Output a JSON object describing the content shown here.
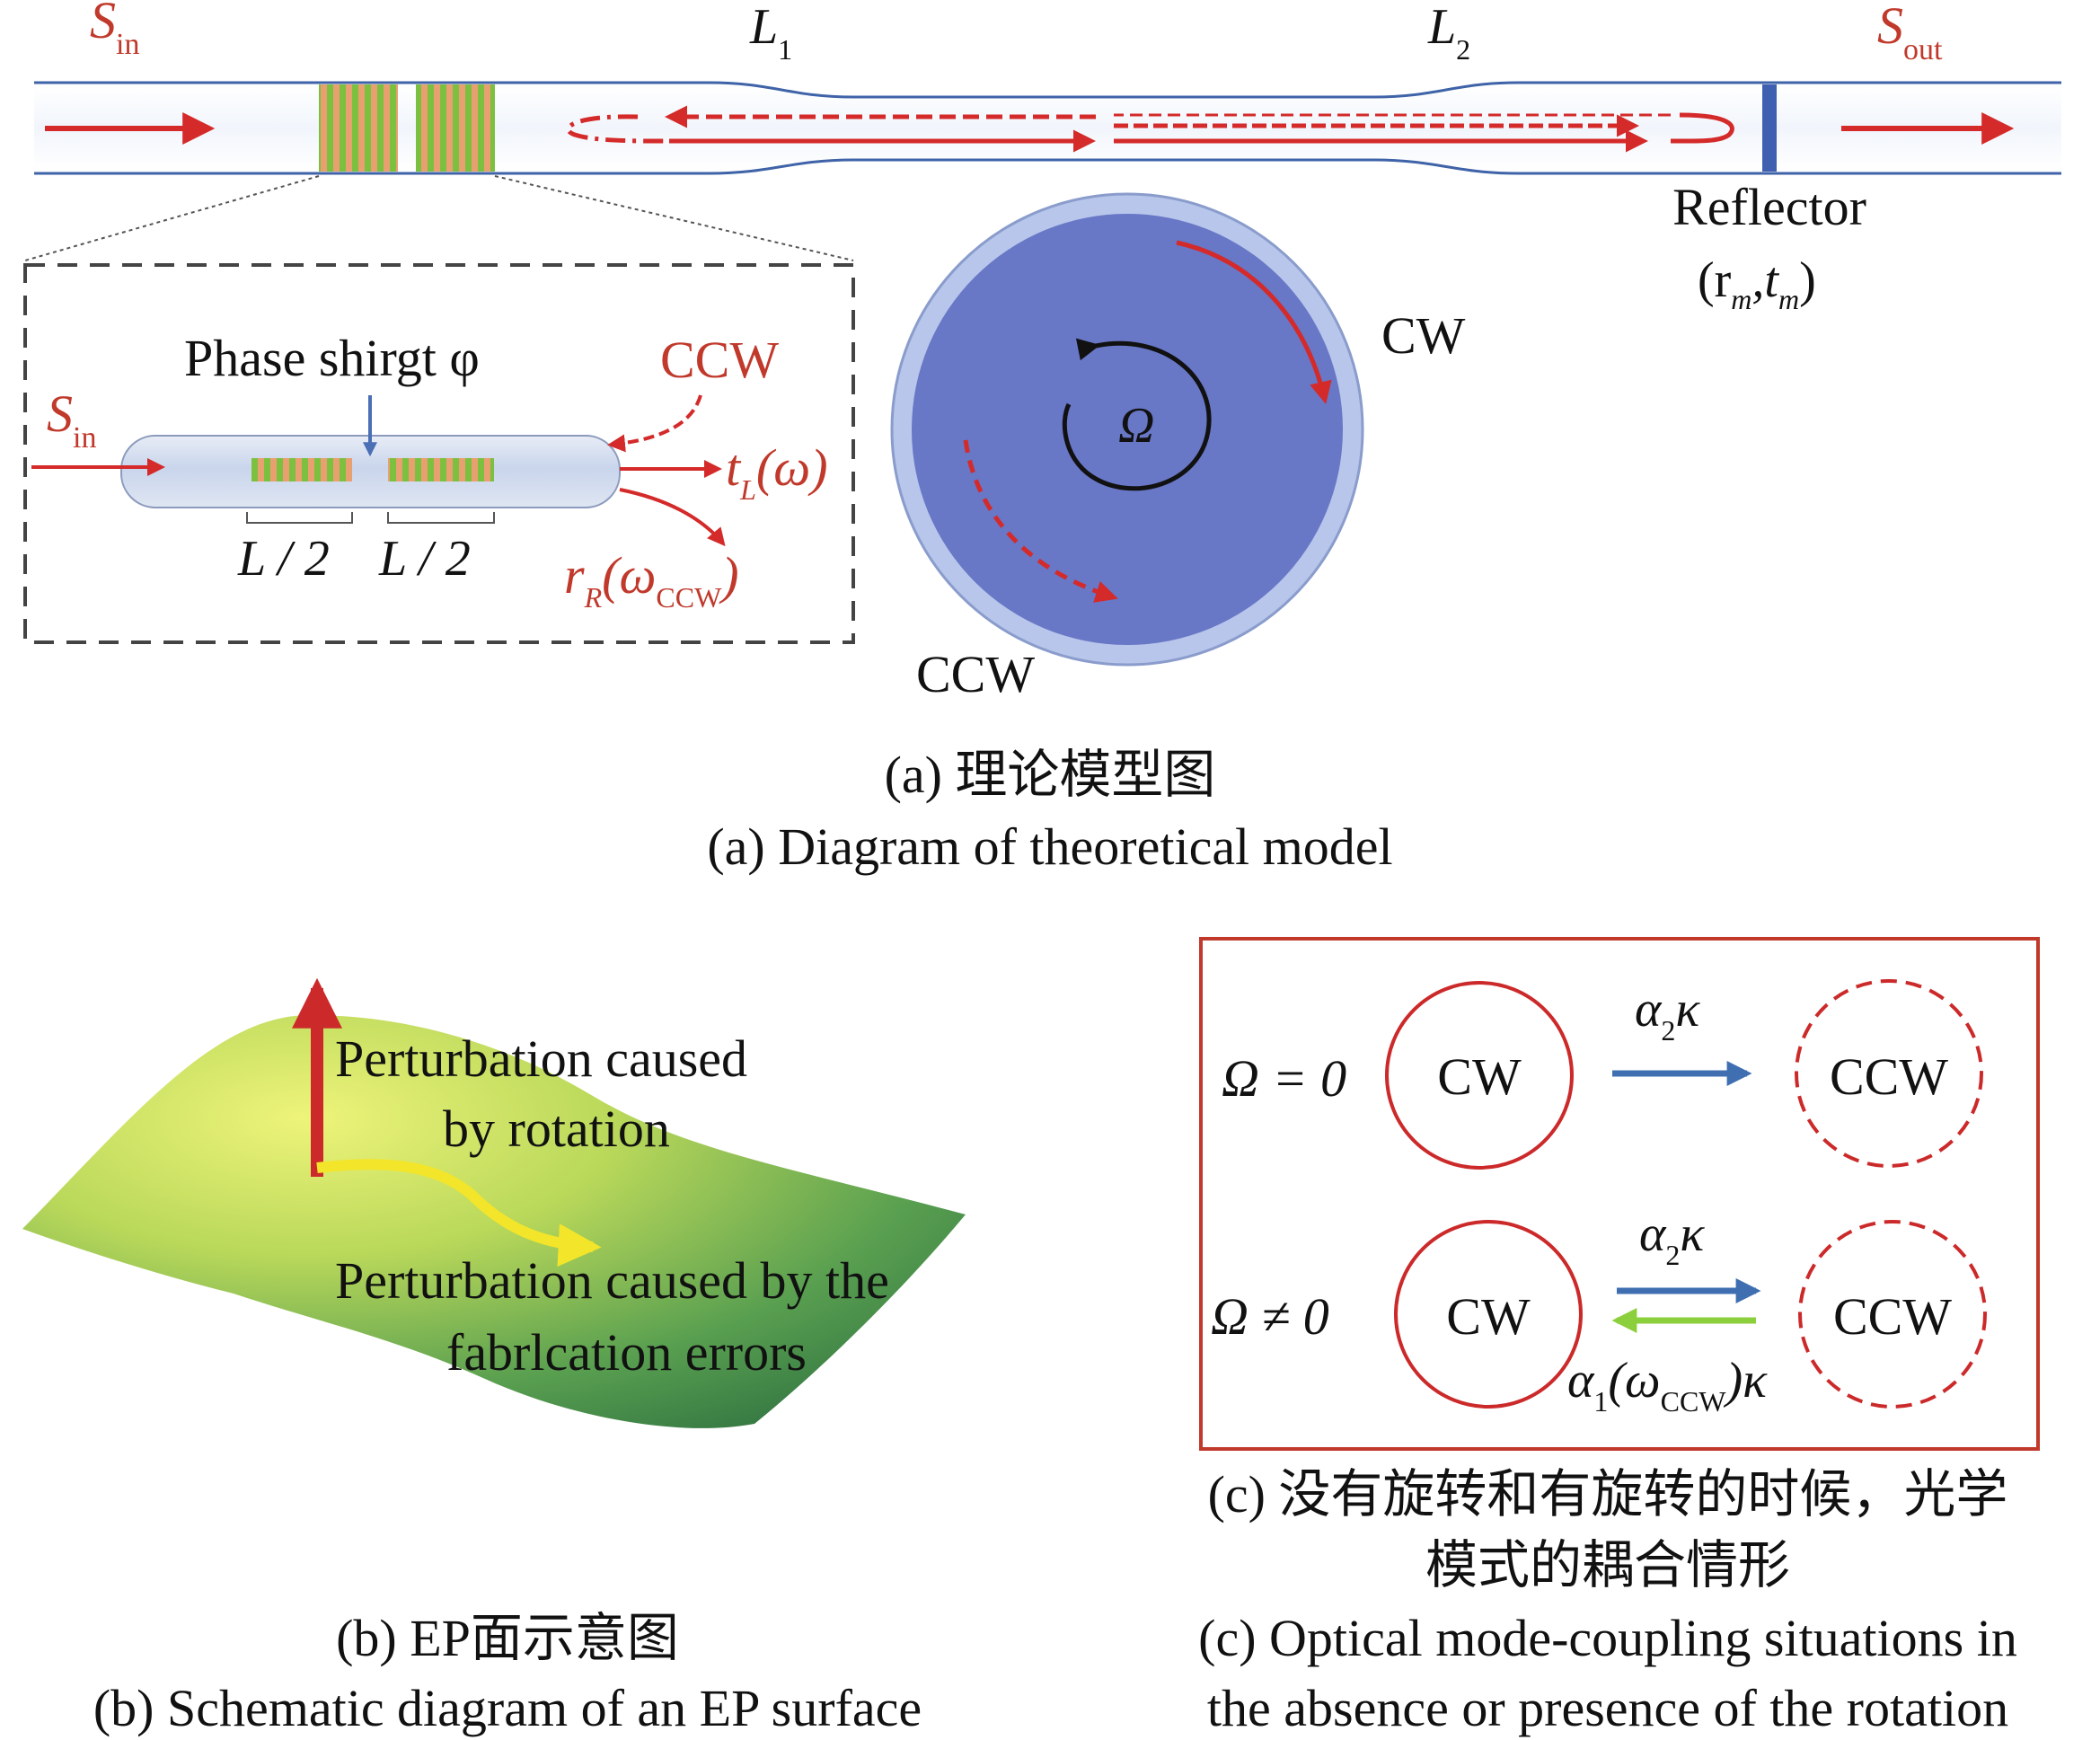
{
  "colors": {
    "red": "#d42a2a",
    "dark_red": "#c0392b",
    "blue": "#4a6fb5",
    "light_blue": "#a8bde3",
    "disk": "#6877c6",
    "disk_ring": "#b3c3e8",
    "grating_green": "#7cc040",
    "grating_orange": "#e9a070",
    "arrow_blue": "#3f6fb0",
    "arrow_green": "#8ccf3c",
    "surface_light": "#e4ef74",
    "surface_dark": "#2f7a45",
    "yellow": "#f3e52a"
  },
  "panel_a": {
    "s_in": "S",
    "s_in_sub": "in",
    "s_out": "S",
    "s_out_sub": "out",
    "l1": "L",
    "l1_sub": "1",
    "l2": "L",
    "l2_sub": "2",
    "reflector": "Reflector",
    "reflector_params": "(r",
    "reflector_r_sub": "m",
    "reflector_mid": ",t",
    "reflector_t_sub": "m",
    "reflector_close": ")",
    "cw": "CW",
    "ccw": "CCW",
    "omega": "Ω",
    "inset": {
      "phase_label": "Phase shirgt φ",
      "ccw": "CCW",
      "s_in": "S",
      "s_in_sub": "in",
      "t_out": "t",
      "t_out_sub": "L",
      "t_out_arg": "(ω)",
      "r_out": "r",
      "r_out_sub": "R",
      "r_out_arg_open": "(ω",
      "r_out_arg_sub": "CCW",
      "r_out_arg_close": ")",
      "half_left": "L / 2",
      "half_right": "L / 2"
    },
    "caption_cn": "(a)  理论模型图",
    "caption_en": "(a) Diagram of theoretical model"
  },
  "panel_b": {
    "label_rotation_line1": "Perturbation caused",
    "label_rotation_line2": "by rotation",
    "label_fab_line1": "Perturbation caused by the",
    "label_fab_line2": "fabrlcation errors",
    "caption_cn": "(b) EP面示意图",
    "caption_en": "(b) Schematic diagram of an EP surface"
  },
  "panel_c": {
    "row1_condition": "Ω = 0",
    "row1_left": "CW",
    "row1_right": "CCW",
    "row1_coupling": "α",
    "row1_coupling_sub": "2",
    "row1_coupling_tail": "κ",
    "row2_condition": "Ω ≠ 0",
    "row2_left": "CW",
    "row2_right": "CCW",
    "row2_coupling": "α",
    "row2_coupling_sub": "2",
    "row2_coupling_tail": "κ",
    "row2_back": "α",
    "row2_back_sub": "1",
    "row2_back_arg": "(ω",
    "row2_back_arg_sub": "CCW",
    "row2_back_tail": ")κ",
    "caption_cn_line1": "(c) 没有旋转和有旋转的时候，光学",
    "caption_cn_line2": "模式的耦合情形",
    "caption_en_line1": "(c) Optical mode-coupling situations in",
    "caption_en_line2": "the absence or presence of the rotation"
  }
}
